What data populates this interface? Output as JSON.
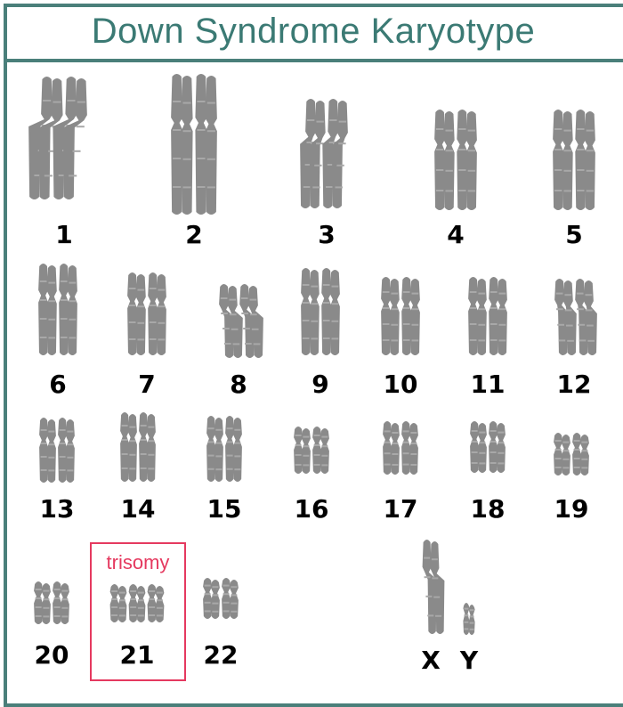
{
  "title": "Down Syndrome Karyotype",
  "chromosome_color": "#8a8a8a",
  "frame_color": "#4a7f7a",
  "highlight_color": "#e5395f",
  "highlight_label": "trisomy",
  "chromosomes": [
    {
      "label": "1",
      "copies": 2
    },
    {
      "label": "2",
      "copies": 2
    },
    {
      "label": "3",
      "copies": 2
    },
    {
      "label": "4",
      "copies": 2
    },
    {
      "label": "5",
      "copies": 2
    },
    {
      "label": "6",
      "copies": 2
    },
    {
      "label": "7",
      "copies": 2
    },
    {
      "label": "8",
      "copies": 2
    },
    {
      "label": "9",
      "copies": 2
    },
    {
      "label": "10",
      "copies": 2
    },
    {
      "label": "11",
      "copies": 2
    },
    {
      "label": "12",
      "copies": 2
    },
    {
      "label": "13",
      "copies": 2
    },
    {
      "label": "14",
      "copies": 2
    },
    {
      "label": "15",
      "copies": 2
    },
    {
      "label": "16",
      "copies": 2
    },
    {
      "label": "17",
      "copies": 2
    },
    {
      "label": "18",
      "copies": 2
    },
    {
      "label": "19",
      "copies": 2
    },
    {
      "label": "20",
      "copies": 2
    },
    {
      "label": "21",
      "copies": 3
    },
    {
      "label": "22",
      "copies": 2
    },
    {
      "label": "X",
      "copies": 1
    },
    {
      "label": "Y",
      "copies": 1
    }
  ]
}
